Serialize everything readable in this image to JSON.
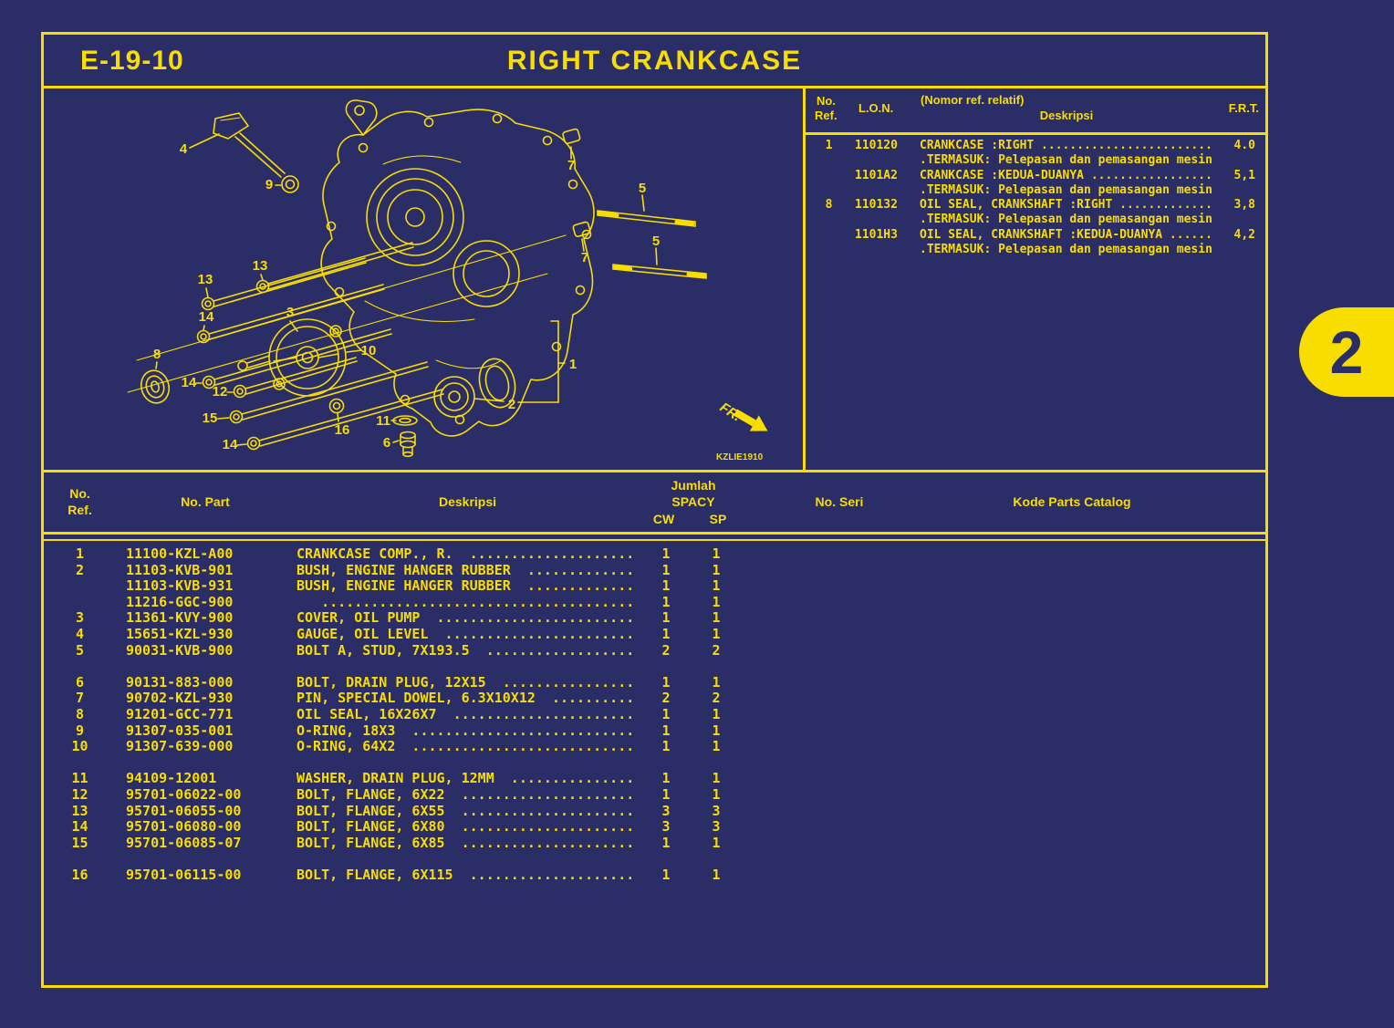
{
  "page": {
    "code": "E-19-10",
    "title": "RIGHT CRANKCASE",
    "page_number": "2"
  },
  "colors": {
    "background": "#2b2d67",
    "accent_yellow": "#f8dd00"
  },
  "diagram": {
    "callouts": [
      "4",
      "9",
      "13",
      "13",
      "14",
      "3",
      "8",
      "10",
      "14",
      "12",
      "15",
      "14",
      "16",
      "11",
      "6",
      "7",
      "7",
      "5",
      "5",
      "1",
      "2"
    ],
    "fr_label": "FR.",
    "code": "KZLIE1910"
  },
  "lon_table": {
    "headers": {
      "no": "No.",
      "ref": "Ref.",
      "lon": "L.O.N.",
      "relative": "(Nomor ref. relatif)",
      "deskripsi": "Deskripsi",
      "frt": "F.R.T."
    },
    "rows": [
      {
        "ref": "1",
        "lon": "110120",
        "desc": "CRANKCASE :RIGHT ........................",
        "frt": "4.0",
        "sub": ".TERMASUK: Pelepasan dan pemasangan mesin"
      },
      {
        "ref": "",
        "lon": "1101A2",
        "desc": "CRANKCASE :KEDUA-DUANYA .................",
        "frt": "5,1",
        "sub": ".TERMASUK: Pelepasan dan pemasangan mesin"
      },
      {
        "ref": "8",
        "lon": "110132",
        "desc": "OIL SEAL, CRANKSHAFT :RIGHT .............",
        "frt": "3,8",
        "sub": ".TERMASUK: Pelepasan dan pemasangan mesin"
      },
      {
        "ref": "",
        "lon": "1101H3",
        "desc": "OIL SEAL, CRANKSHAFT :KEDUA-DUANYA ......",
        "frt": "4,2",
        "sub": ".TERMASUK: Pelepasan dan pemasangan mesin"
      }
    ]
  },
  "parts_table": {
    "headers": {
      "no": "No.",
      "ref": "Ref.",
      "no_part": "No. Part",
      "deskripsi": "Deskripsi",
      "jumlah": "Jumlah",
      "spacy": "SPACY",
      "cw": "CW",
      "sp": "SP",
      "no_seri": "No. Seri",
      "kode": "Kode Parts Catalog"
    },
    "rows": [
      {
        "ref": "1",
        "part": "11100-KZL-A00",
        "desc": "CRANKCASE COMP., R.  ....................",
        "cw": "1",
        "sp": "1"
      },
      {
        "ref": "2",
        "part": "11103-KVB-901",
        "desc": "BUSH, ENGINE HANGER RUBBER  .............",
        "cw": "1",
        "sp": "1"
      },
      {
        "ref": "",
        "part": "11103-KVB-931",
        "desc": "BUSH, ENGINE HANGER RUBBER  .............",
        "cw": "1",
        "sp": "1"
      },
      {
        "ref": "",
        "part": "11216-GGC-900",
        "desc": "   ......................................",
        "cw": "1",
        "sp": "1"
      },
      {
        "ref": "3",
        "part": "11361-KVY-900",
        "desc": "COVER, OIL PUMP  ........................",
        "cw": "1",
        "sp": "1"
      },
      {
        "ref": "4",
        "part": "15651-KZL-930",
        "desc": "GAUGE, OIL LEVEL  .......................",
        "cw": "1",
        "sp": "1"
      },
      {
        "ref": "5",
        "part": "90031-KVB-900",
        "desc": "BOLT A, STUD, 7X193.5  ..................",
        "cw": "2",
        "sp": "2"
      },
      {
        "ref": "6",
        "part": "90131-883-000",
        "desc": "BOLT, DRAIN PLUG, 12X15  ................",
        "cw": "1",
        "sp": "1",
        "gap_before": true
      },
      {
        "ref": "7",
        "part": "90702-KZL-930",
        "desc": "PIN, SPECIAL DOWEL, 6.3X10X12  ..........",
        "cw": "2",
        "sp": "2"
      },
      {
        "ref": "8",
        "part": "91201-GCC-771",
        "desc": "OIL SEAL, 16X26X7  ......................",
        "cw": "1",
        "sp": "1"
      },
      {
        "ref": "9",
        "part": "91307-035-001",
        "desc": "O-RING, 18X3  ...........................",
        "cw": "1",
        "sp": "1"
      },
      {
        "ref": "10",
        "part": "91307-639-000",
        "desc": "O-RING, 64X2  ...........................",
        "cw": "1",
        "sp": "1"
      },
      {
        "ref": "11",
        "part": "94109-12001",
        "desc": "WASHER, DRAIN PLUG, 12MM  ...............",
        "cw": "1",
        "sp": "1",
        "gap_before": true
      },
      {
        "ref": "12",
        "part": "95701-06022-00",
        "desc": "BOLT, FLANGE, 6X22  .....................",
        "cw": "1",
        "sp": "1"
      },
      {
        "ref": "13",
        "part": "95701-06055-00",
        "desc": "BOLT, FLANGE, 6X55  .....................",
        "cw": "3",
        "sp": "3"
      },
      {
        "ref": "14",
        "part": "95701-06080-00",
        "desc": "BOLT, FLANGE, 6X80  .....................",
        "cw": "3",
        "sp": "3"
      },
      {
        "ref": "15",
        "part": "95701-06085-07",
        "desc": "BOLT, FLANGE, 6X85  .....................",
        "cw": "1",
        "sp": "1"
      },
      {
        "ref": "16",
        "part": "95701-06115-00",
        "desc": "BOLT, FLANGE, 6X115  ....................",
        "cw": "1",
        "sp": "1",
        "gap_before": true
      }
    ]
  }
}
